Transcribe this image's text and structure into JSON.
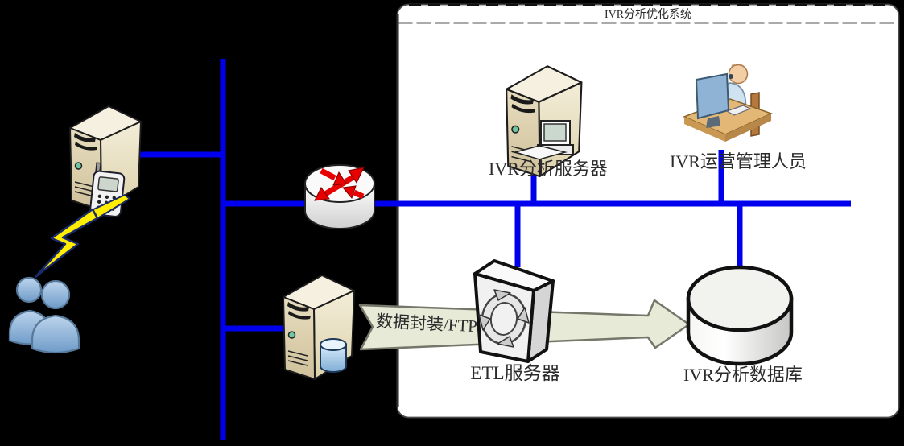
{
  "diagram": {
    "title": "IVR分析优化系统",
    "labels": {
      "ivr_server": "IVR分析服务器",
      "operator": "IVR运营管理人员",
      "etl_server": "ETL服务器",
      "database": "IVR分析数据库",
      "flow": "数据封装/FTP"
    },
    "icons": [
      {
        "name": "caller-server-icon"
      },
      {
        "name": "mobile-phone-icon"
      },
      {
        "name": "lightning-bolt-icon"
      },
      {
        "name": "callers-people-icon"
      },
      {
        "name": "router-icon"
      },
      {
        "name": "collector-server-icon"
      },
      {
        "name": "small-database-icon"
      },
      {
        "name": "etl-switch-icon"
      },
      {
        "name": "database-cylinder-icon"
      },
      {
        "name": "ivr-analysis-server-icon"
      },
      {
        "name": "desktop-pc-icon"
      },
      {
        "name": "operator-desk-icon"
      }
    ],
    "colors": {
      "background": "#000000",
      "system_box_bg": "#FFFFFF",
      "connector_blue": "#0000EE",
      "lightning_yellow": "#FFEE00",
      "router_arrow_red": "#E60000",
      "flow_arrow_fill": "#E7EAD6",
      "server_beige": "#E6DCBA",
      "people_blue": "#92B4DC"
    }
  }
}
